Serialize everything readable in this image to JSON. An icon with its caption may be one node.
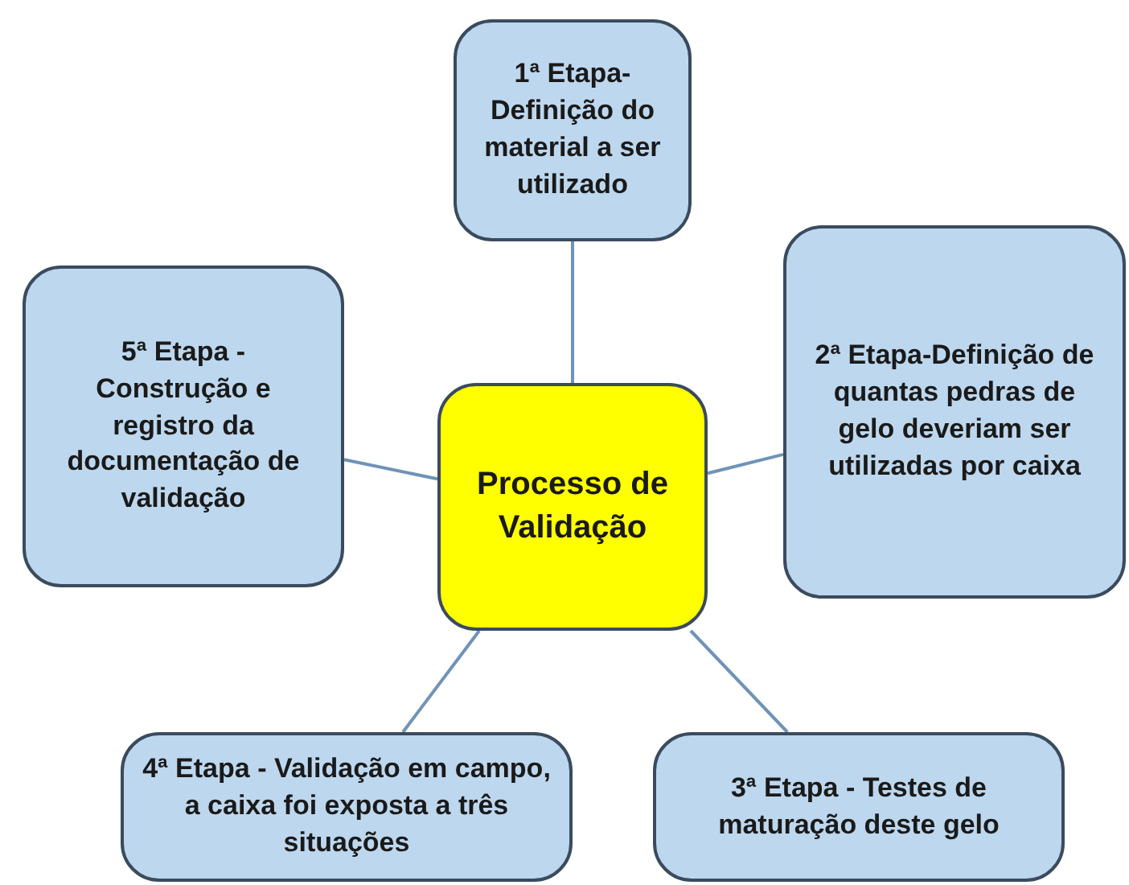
{
  "diagram": {
    "nodes": [
      {
        "text": [
          "Processo de Validação"
        ]
      },
      {
        "text": [
          "1ª Etapa-Definição do material a ser utilizado"
        ]
      },
      {
        "text": [
          "2ª Etapa-Definição de quantas pedras de gelo deveriam ser utilizadas por caixa"
        ]
      },
      {
        "text": [
          "3ª Etapa - Testes de maturação deste gelo"
        ]
      },
      {
        "text": [
          "4ª Etapa - Validação em campo, a caixa foi exposta a três situações"
        ]
      },
      {
        "text": [
          "5ª Etapa - Construção e registro da documentação de validação"
        ]
      }
    ],
    "edges": [
      {
        "from": 0,
        "to": 1,
        "arrow": "none"
      },
      {
        "from": 0,
        "to": 2,
        "arrow": "none"
      },
      {
        "from": 0,
        "to": 3,
        "arrow": "none"
      },
      {
        "from": 0,
        "to": 4,
        "arrow": "none"
      },
      {
        "from": 0,
        "to": 5,
        "arrow": "none"
      }
    ]
  }
}
